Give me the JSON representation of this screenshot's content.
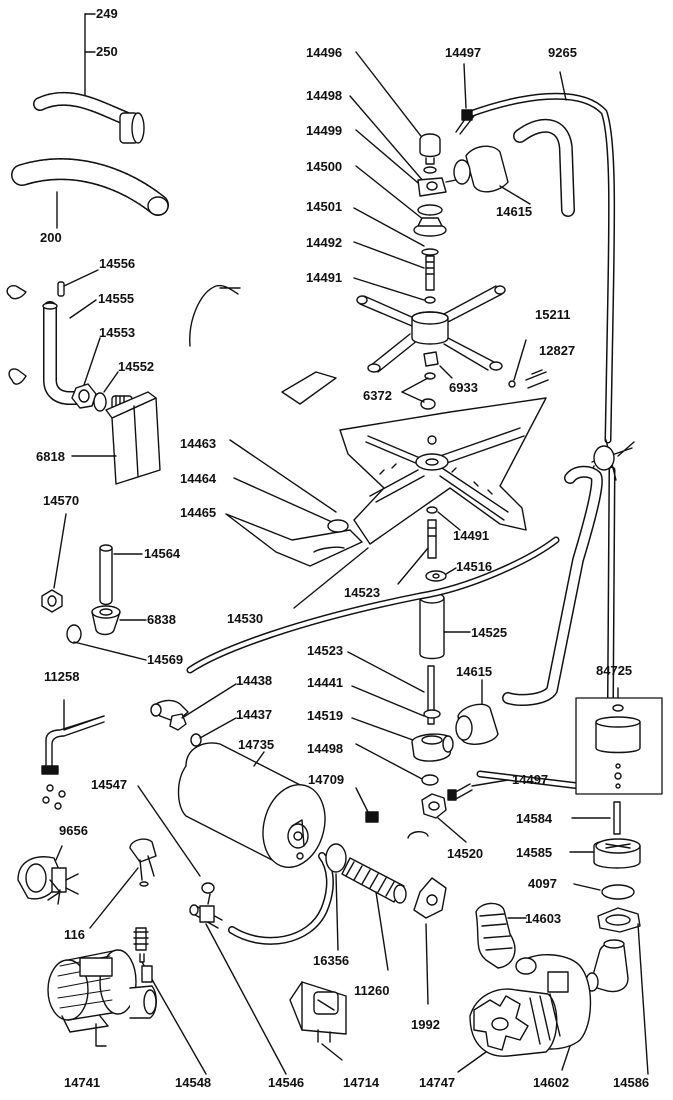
{
  "labels": {
    "l249": "249",
    "l250": "250",
    "l200": "200",
    "l14556": "14556",
    "l14555": "14555",
    "l14553": "14553",
    "l14552": "14552",
    "l6818": "6818",
    "l14570": "14570",
    "l14564": "14564",
    "l6838": "6838",
    "l14569": "14569",
    "l11258": "11258",
    "l9656": "9656",
    "l116": "116",
    "l14547": "14547",
    "l14548": "14548",
    "l14741": "14741",
    "l14546": "14546",
    "l14714": "14714",
    "l14496": "14496",
    "l14497a": "14497",
    "l9265": "9265",
    "l14498a": "14498",
    "l14499": "14499",
    "l14500": "14500",
    "l14615a": "14615",
    "l14501": "14501",
    "l14492": "14492",
    "l14491a": "14491",
    "l15211": "15211",
    "l12827": "12827",
    "l6372": "6372",
    "l6933": "6933",
    "l14463": "14463",
    "l14464": "14464",
    "l14465": "14465",
    "l14491b": "14491",
    "l14516": "14516",
    "l14523a": "14523",
    "l14530": "14530",
    "l14525": "14525",
    "l14523b": "14523",
    "l14441": "14441",
    "l14615b": "14615",
    "l84725": "84725",
    "l14438": "14438",
    "l14437": "14437",
    "l14735": "14735",
    "l14519": "14519",
    "l14498b": "14498",
    "l14497b": "14497",
    "l14709": "14709",
    "l14584": "14584",
    "l14520": "14520",
    "l14585": "14585",
    "l4097": "4097",
    "l14603": "14603",
    "l16356": "16356",
    "l11260": "11260",
    "l1992": "1992",
    "l14747": "14747",
    "l14602": "14602",
    "l14586": "14586"
  },
  "colors": {
    "ink": "#111111",
    "paper": "#ffffff"
  }
}
